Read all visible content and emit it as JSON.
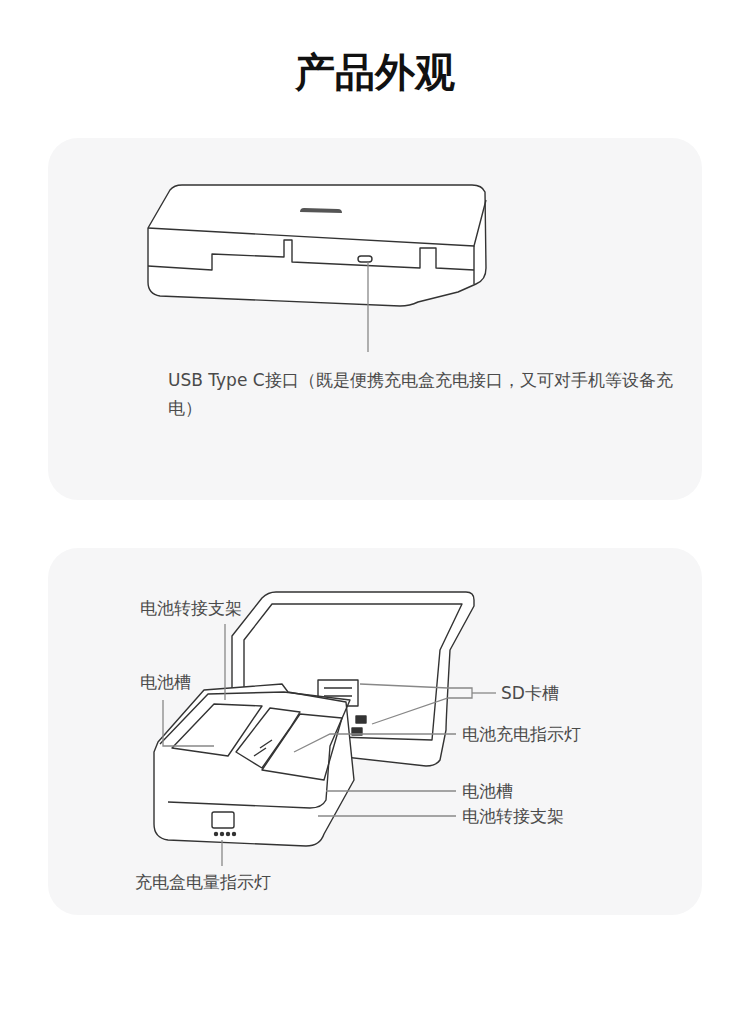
{
  "diagram": {
    "title": "产品外观",
    "labels": [
      "USB Type C接口（既是便携充电盒充电接口，又可对手机等设备充电）",
      "电池转接支架",
      "电池槽",
      "SD卡槽",
      "电池充电指示灯",
      "电池槽",
      "电池转接支架",
      "充电盒电量指示灯"
    ]
  }
}
